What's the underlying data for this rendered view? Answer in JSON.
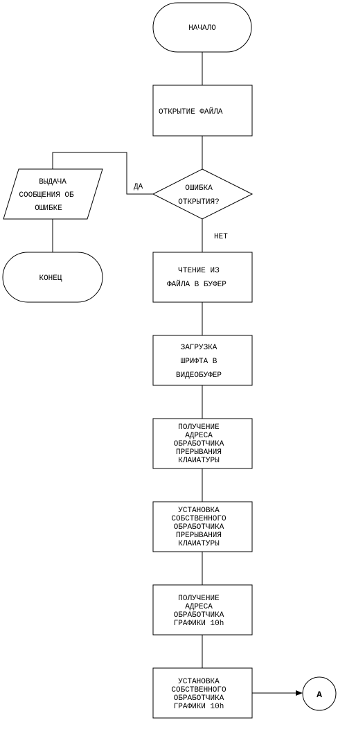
{
  "flowchart": {
    "start": "НАЧАЛО",
    "open_file": "ОТКРЫТИЕ ФАЙЛА",
    "decision": [
      "ОШИБКА",
      "ОТКРЫТИЯ?"
    ],
    "yes_label": "ДА",
    "no_label": "НЕТ",
    "error_output": [
      "ВЫДАЧА",
      "СООБЩЕНИЯ ОБ",
      "ОШИБКЕ"
    ],
    "end": "КОНЕЦ",
    "read_file": [
      "ЧТЕНИЕ ИЗ",
      "ФАЙЛА В БУФЕР"
    ],
    "load_font": [
      "ЗАГРУЗКА",
      "ШРИФТА В",
      "ВИДЕОБУФЕР"
    ],
    "get_kbd_handler": [
      "ПОЛУЧЕНИЕ",
      "АДРЕСА",
      "ОБРАБОТЧИКА",
      "ПРЕРЫВАНИЯ",
      "КЛАИАТУРЫ"
    ],
    "set_kbd_handler": [
      "УСТАНОВКА",
      "СОБСТВЕННОГО",
      "ОБРАБОТЧИКА",
      "ПРЕРЫВАНИЯ",
      "КЛАИАТУРЫ"
    ],
    "get_gfx_handler": [
      "ПОЛУЧЕНИЕ",
      "АДРЕСА",
      "ОБРАБОТЧИКА",
      "ГРАФИКИ 10h"
    ],
    "set_gfx_handler": [
      "УСТАНОВКА",
      "СОБСТВЕННОГО",
      "ОБРАБОТЧИКА",
      "ГРАФИКИ 10h"
    ],
    "connector": "А"
  }
}
